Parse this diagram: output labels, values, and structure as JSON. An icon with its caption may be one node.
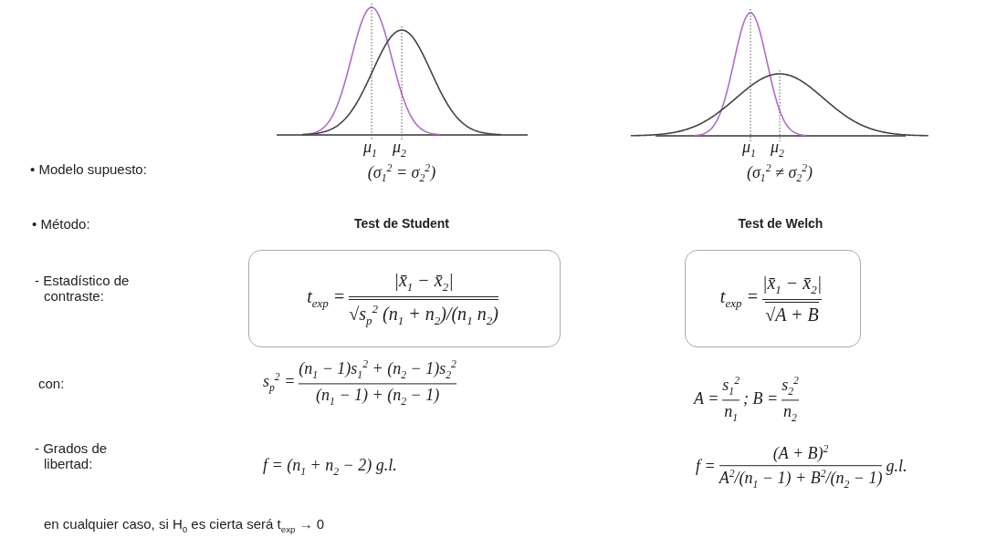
{
  "diagram": {
    "nodes": [
      {
        "text": [
          "t$_{exp}$ =",
          "|x̄$_{1}$ − x̄$_{2}$|",
          "√s$_{p}$$^{2}$ (n$_{1}$ + n$_{2}$)/(n$_{1}$ n$_{2}$)"
        ]
      },
      {
        "text": [
          "t$_{exp}$ =",
          "|x̄$_{1}$ − x̄$_{2}$|",
          "√A + B"
        ]
      }
    ],
    "labels": [
      "• Modelo supuesto:",
      "μ$_{1}$",
      "μ$_{2}$",
      "(σ$_{1}$$^{2}$ = σ$_{2}$$^{2}$)",
      "μ$_{1}$",
      "μ$_{2}$",
      "(σ$_{1}$$^{2}$ ≠ σ$_{2}$$^{2}$)",
      "• Método:",
      "Test de Student",
      "Test de Welch",
      "- Estadístico de contraste:",
      "con:",
      "s$_{p}$$^{2}$ =",
      "(n$_{1}$ − 1)s$_{1}$$^{2}$ + (n$_{2}$ − 1)s$_{2}$$^{2}$",
      "(n$_{1}$ − 1) + (n$_{2}$ − 1)",
      "A =",
      "s$_{1}$$^{2}$",
      "n$_{1}$",
      "; B =",
      "s$_{2}$$^{2}$",
      "n$_{2}$",
      "- Grados de libertad:",
      "f = (n$_{1}$ + n$_{2}$ − 2) g.l.",
      "f =",
      "(A + B)$^{2}$",
      "A$^{2}$/(n$_{1}$ − 1) + B$^{2}$/(n$_{2}$ − 1)",
      "g.l.",
      "en cualquier caso, si H$_{0}$ es cierta será t$_{exp}$ → 0"
    ]
  }
}
